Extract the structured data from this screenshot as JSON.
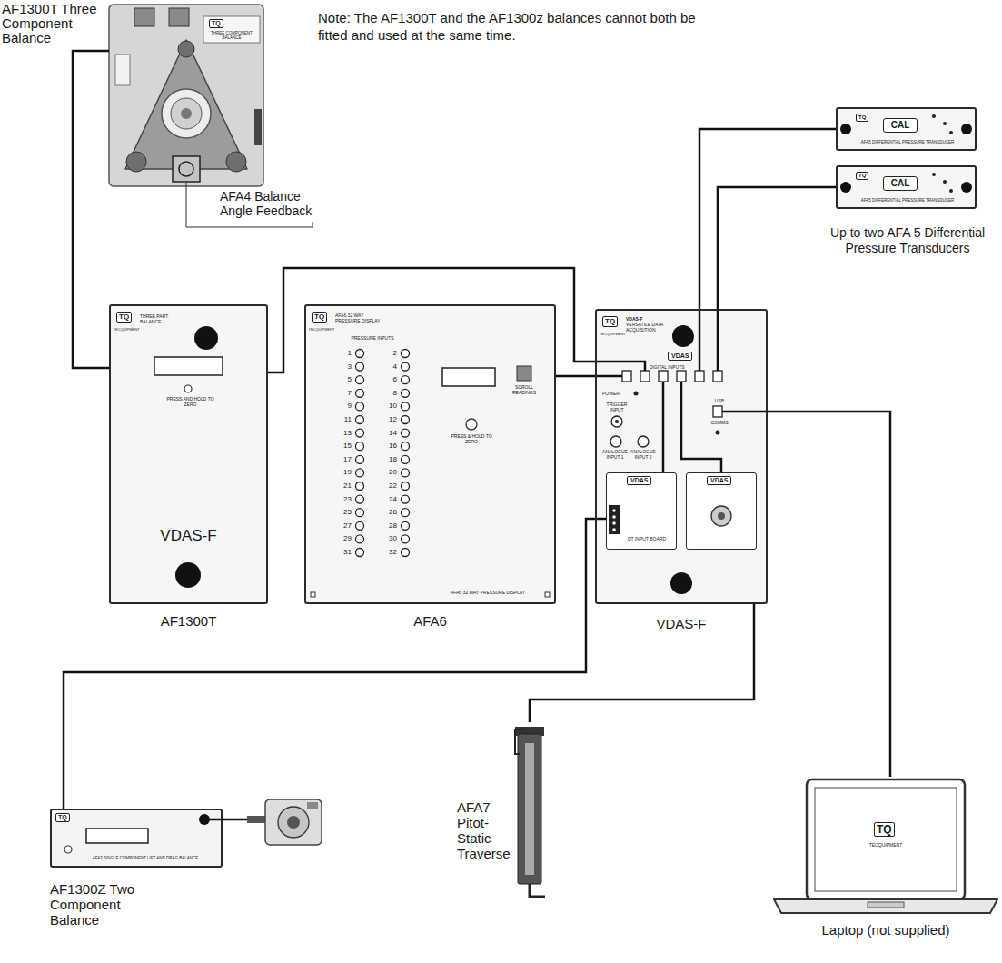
{
  "diagram": {
    "nodes": [
      {
        "text": [
          "AF1300T Three Component Balance",
          "TQ",
          "THREE COMPONENT BALANCE"
        ]
      },
      {
        "text": [
          "TQ",
          "CAL",
          "AFA5 DIFFERENTIAL PRESSURE TRANSDUCER"
        ]
      },
      {
        "text": [
          "TQ",
          "CAL",
          "AFA5 DIFFERENTIAL PRESSURE TRANSDUCER"
        ]
      },
      {
        "text": [
          "TQ",
          "TECQUIPMENT",
          "THREE PART BALANCE",
          "PRESS AND HOLD TO ZERO",
          "VDAS-F",
          "AF1300T"
        ]
      },
      {
        "text": [
          "TQ",
          "TECQUIPMENT",
          "AFA6 32 WAY PRESSURE DISPLAY",
          "PRESSURE INPUTS",
          "1",
          "2",
          "3",
          "4",
          "5",
          "6",
          "7",
          "8",
          "9",
          "10",
          "11",
          "12",
          "13",
          "14",
          "15",
          "16",
          "17",
          "18",
          "19",
          "20",
          "21",
          "22",
          "23",
          "24",
          "25",
          "26",
          "27",
          "28",
          "29",
          "30",
          "31",
          "32",
          "SCROLL READINGS",
          "PRESS & HOLD TO ZERO",
          "AFA6 32 WAY PRESSURE DISPLAY",
          "AFA6"
        ]
      },
      {
        "text": [
          "TQ",
          "TECQUIPMENT",
          "VDAS-F",
          "VERSATILE DATA ACQUISITION",
          "VDAS",
          "DIGITAL INPUTS",
          "POWER",
          "TRIGGER INPUT",
          "ANALOGUE INPUT 1",
          "ANALOGUE INPUT 2",
          "USB",
          "COMMS",
          "VDAS-F"
        ]
      },
      {
        "text": [
          "VDAS",
          "DT INPUT BOARD"
        ],
        "in": 5
      },
      {
        "text": [
          "VDAS"
        ],
        "in": 5
      },
      {
        "text": [
          "TQ",
          "AFA3 SINGLE COMPONENT LIFT AND DRAG BALANCE",
          "AF1300Z Two Component Balance"
        ]
      },
      {
        "text": [
          "AFA7 Pitot-Static Traverse"
        ]
      },
      {
        "text": [
          "TQ",
          "TECQUIPMENT",
          "Laptop (not supplied)"
        ]
      }
    ],
    "edges": [
      {
        "from": 0,
        "to": 3,
        "arrow": "none"
      },
      {
        "from": 3,
        "to": 5,
        "arrow": "none"
      },
      {
        "from": 4,
        "to": 5,
        "arrow": "none"
      },
      {
        "from": 5,
        "to": 1,
        "arrow": "none"
      },
      {
        "from": 5,
        "to": 2,
        "arrow": "none"
      },
      {
        "from": 5,
        "to": 10,
        "arrow": "none"
      },
      {
        "from": 8,
        "to": 6,
        "arrow": "none"
      },
      {
        "from": 9,
        "to": 5,
        "arrow": "none"
      }
    ],
    "labels": [
      "Note: The AF1300T and the AF1300z balances cannot both be fitted and used at the same time.",
      "AFA4 Balance Angle Feedback",
      "Up to two AFA 5 Differential Pressure Transducers"
    ]
  }
}
